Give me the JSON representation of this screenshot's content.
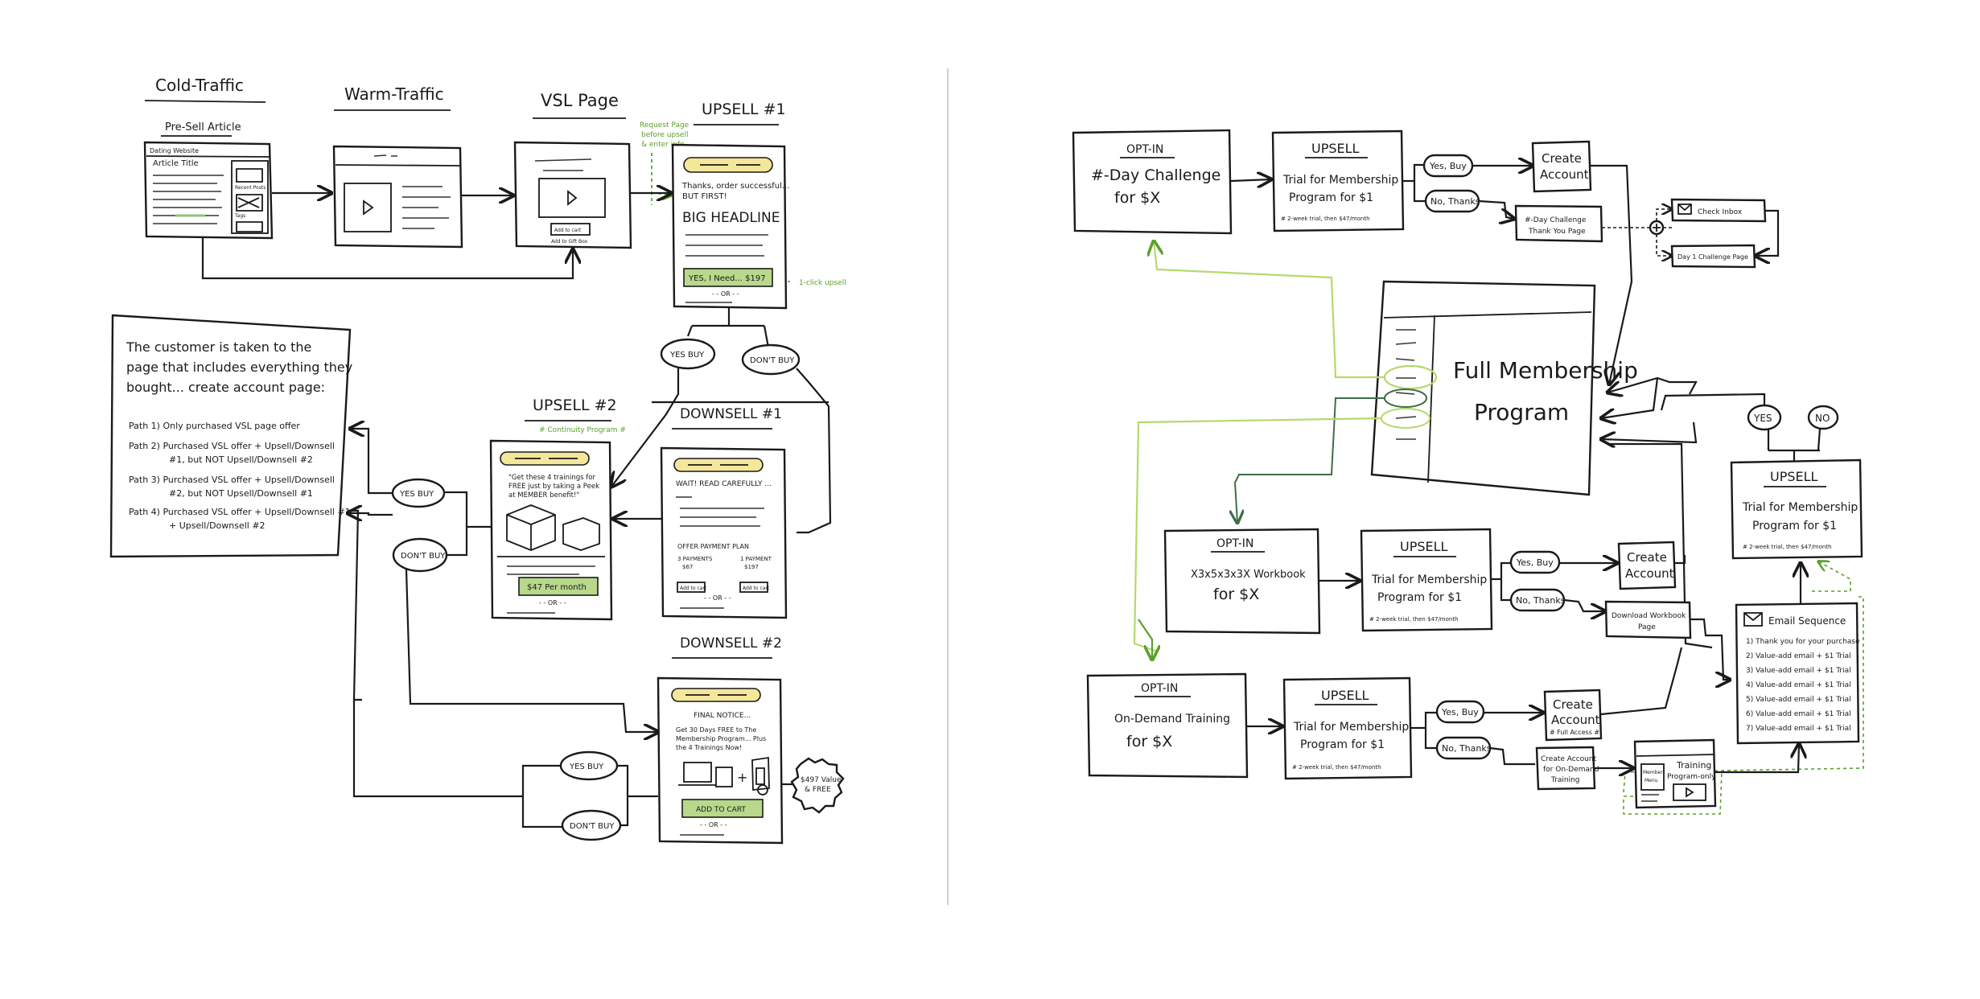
{
  "colors": {
    "ink": "#1a1a1a",
    "highlight_yellow": "#f5e79a",
    "cta_green": "#b8d88b",
    "annotation_green": "#5aa02c",
    "link_light_green": "#b5d96a",
    "link_dark_green": "#3c6e47",
    "divider": "#cfcfcf"
  },
  "left": {
    "headers": {
      "cold_traffic": "Cold-Traffic",
      "warm_traffic": "Warm-Traffic",
      "vsl_page": "VSL Page",
      "upsell1": "UPSELL #1",
      "upsell2": "UPSELL #2",
      "downsell1": "DOWNSELL #1",
      "downsell2": "DOWNSELL #2"
    },
    "presell": {
      "caption": "Pre-Sell Article",
      "site_logo": "Dating Website",
      "article_title": "Article Title",
      "side_labels": [
        "Recent Posts",
        "Tags"
      ]
    },
    "vsl": {
      "btn1": "Add to cart",
      "btn2": "Add to Gift Box"
    },
    "notes": {
      "request_page": [
        "Request Page",
        "before upsell",
        "& enter info"
      ],
      "one_click_upsell": "1-click upsell"
    },
    "upsell1": {
      "line1": "Thanks, order successful...",
      "line2": "BUT FIRST!",
      "headline": "BIG HEADLINE",
      "cta": "YES, I Need... $197",
      "or": "- - OR - -"
    },
    "decisions": {
      "yes_buy_top": "YES BUY",
      "dont_buy_top": "DON'T BUY",
      "yes_buy_mid": "YES BUY",
      "dont_buy_mid": "DON'T BUY",
      "yes_buy_bottom": "YES BUY",
      "dont_buy_bottom": "DON'T BUY"
    },
    "upsell2": {
      "subtitle": "# Continuity Program #",
      "body": [
        "\"Get these 4 trainings for",
        "FREE just by taking a Peek",
        "at MEMBER benefit!\""
      ],
      "price": "$47 Per month",
      "or": "- - OR - -"
    },
    "downsell1": {
      "line1": "WAIT! READ CAREFULLY ...",
      "offer": "OFFER PAYMENT PLAN",
      "col1": [
        "3 PAYMENTS",
        "$67"
      ],
      "col2": [
        "1 PAYMENT",
        "$197"
      ],
      "btn": "Add to cart",
      "or": "- - OR - -"
    },
    "downsell2": {
      "line1": "FINAL NOTICE...",
      "body": [
        "Get 30 Days FREE to The",
        "Membership Program... Plus",
        "the 4 Trainings Now!"
      ],
      "badge": [
        "$497 Value",
        "& FREE"
      ],
      "cta": "ADD TO CART",
      "or": "- - OR - -"
    },
    "account_note": {
      "intro": [
        "The customer is taken to the",
        "page that includes everything they",
        "bought... create account page:"
      ],
      "paths": [
        "Path 1) Only purchased VSL page offer",
        "Path 2) Purchased VSL offer + Upsell/Downsell",
        "#1, but NOT Upsell/Downsell #2",
        "Path 3) Purchased VSL offer + Upsell/Downsell",
        "#2, but NOT Upsell/Downsell #1",
        "Path 4) Purchased VSL offer + Upsell/Downsell #1",
        "+ Upsell/Downsell #2"
      ]
    }
  },
  "right": {
    "optin1": {
      "title": "OPT-IN",
      "line1": "#-Day Challenge",
      "line2": "for $X"
    },
    "optin2": {
      "title": "OPT-IN",
      "line1": "X3x5x3x3X Workbook",
      "line2": "for $X"
    },
    "optin3": {
      "title": "OPT-IN",
      "line1": "On-Demand Training",
      "line2": "for $X"
    },
    "upsell_trial": {
      "title": "UPSELL",
      "line1": "Trial for Membership",
      "line2": "Program for $1",
      "fine": "# 2-week trial, then $47/month"
    },
    "yes_buy": "Yes, Buy",
    "no_thanks": "No, Thanks",
    "create_account": [
      "Create",
      "Account"
    ],
    "create_account_full": [
      "Create",
      "Account",
      "# Full Access #"
    ],
    "challenge_thankyou": [
      "#-Day Challenge",
      "Thank You Page"
    ],
    "check_inbox": "Check Inbox",
    "day1_challenge": "Day 1 Challenge Page",
    "membership": [
      "Full Membership",
      "Program"
    ],
    "download_workbook": [
      "Download Workbook",
      "Page"
    ],
    "create_ondemand": [
      "Create Account",
      "for On-Demand",
      "Training"
    ],
    "training_program": [
      "Training",
      "Program-only"
    ],
    "training_side": [
      "Member",
      "Menu"
    ],
    "email_sequence": {
      "title": "Email Sequence",
      "items": [
        "1) Thank you for your purchase",
        "2) Value-add email + $1 Trial",
        "3) Value-add email + $1 Trial",
        "4) Value-add email + $1 Trial",
        "5) Value-add email + $1 Trial",
        "6) Value-add email + $1 Trial",
        "7) Value-add email + $1 Trial"
      ]
    },
    "yes": "YES",
    "no": "NO"
  }
}
